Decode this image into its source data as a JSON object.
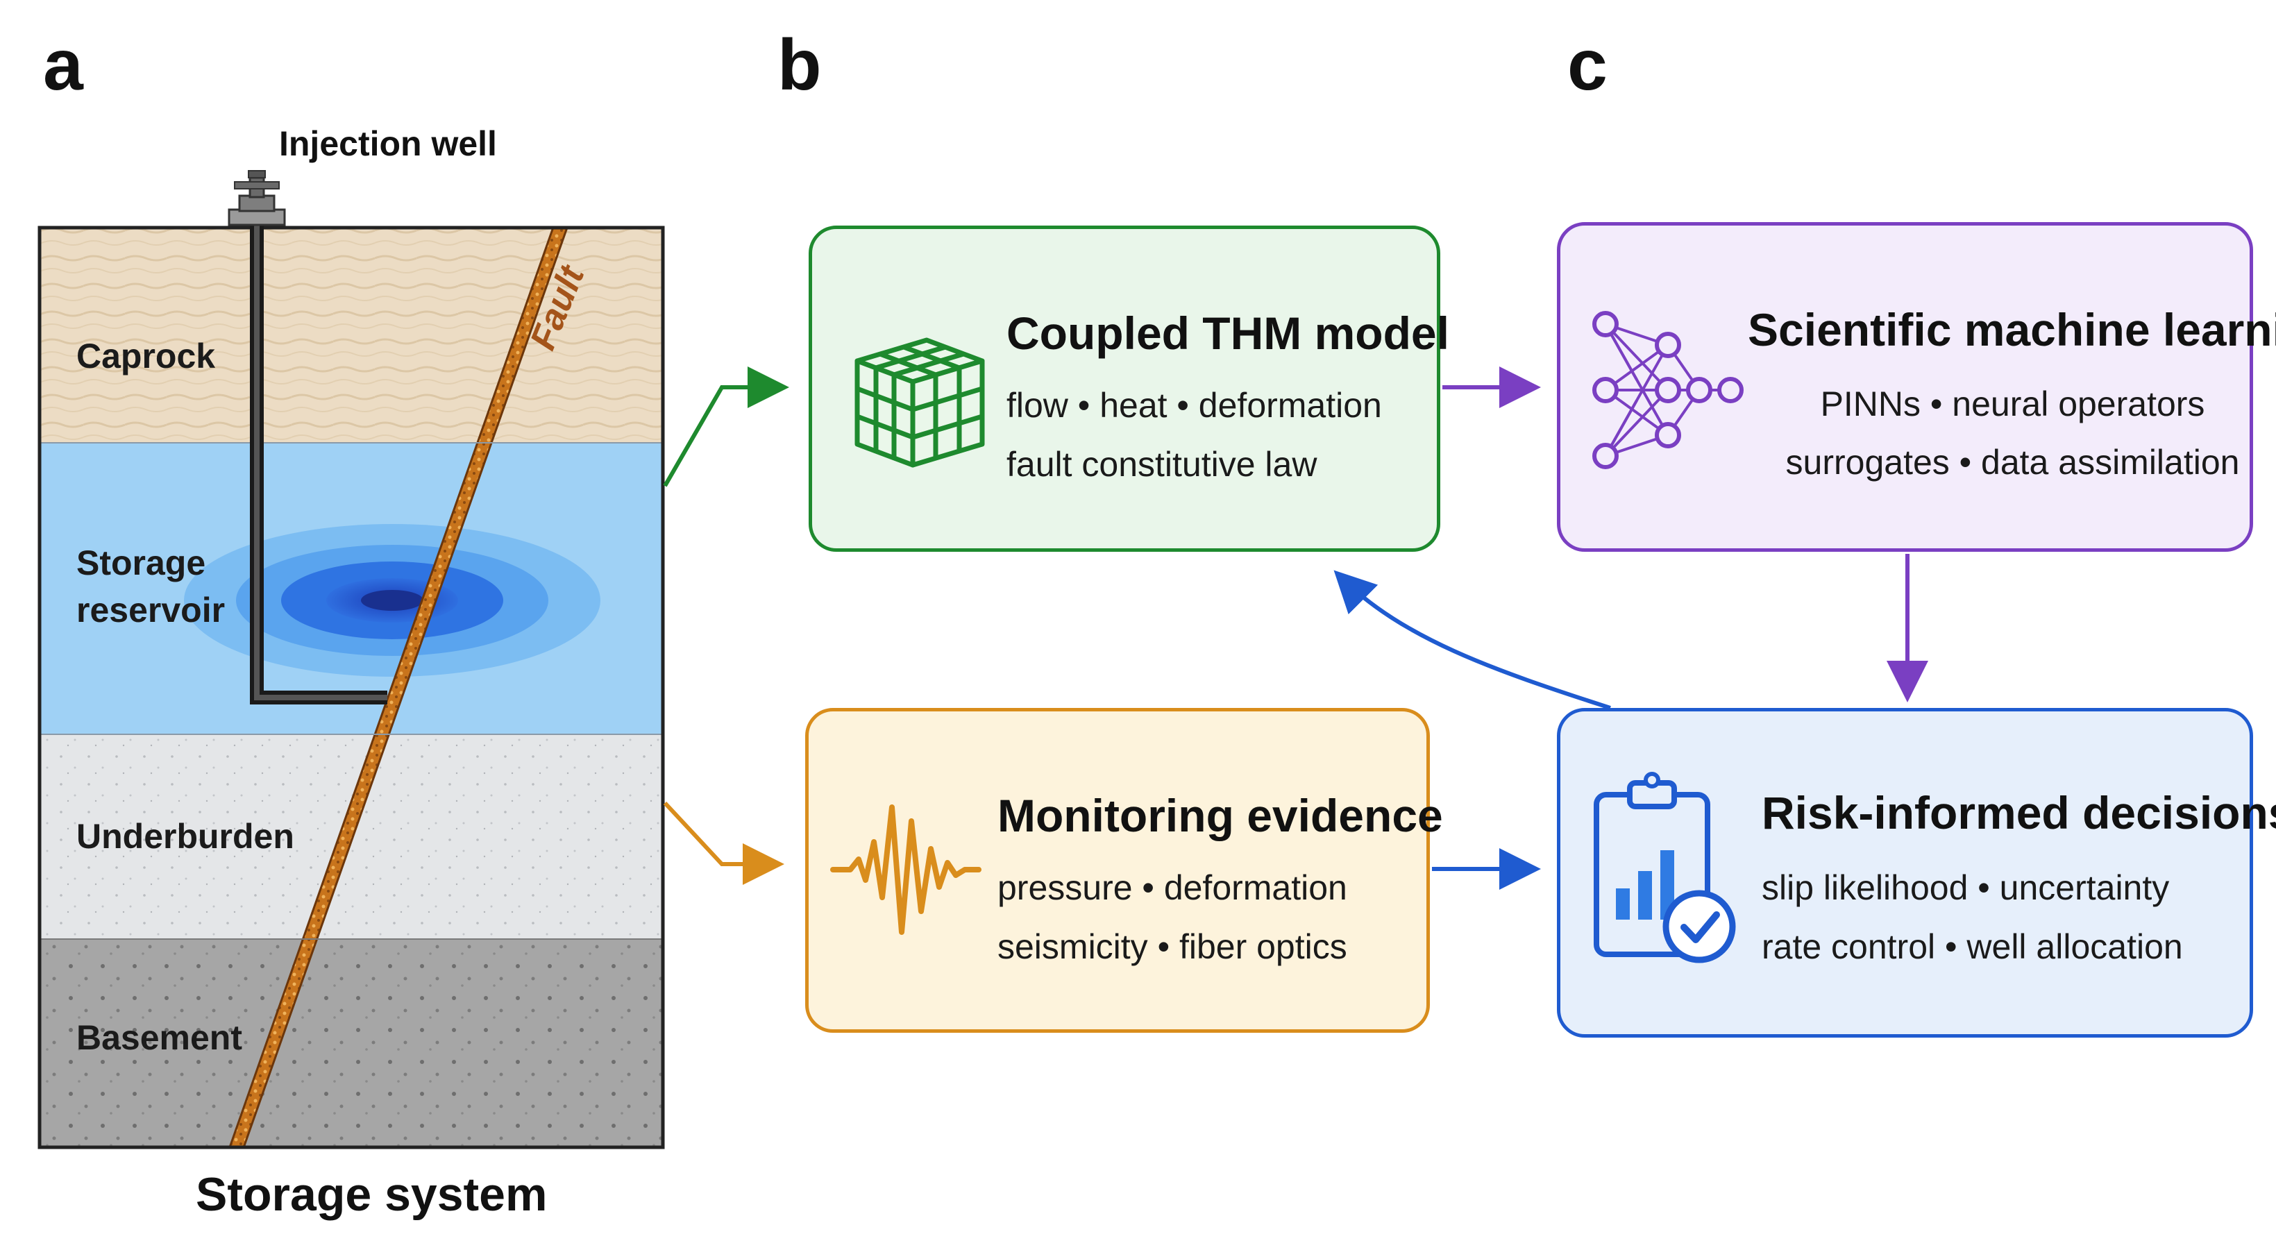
{
  "panel_letters": {
    "a": "a",
    "b": "b",
    "c": "c"
  },
  "storage": {
    "well_label": "Injection well",
    "fault_label": "Fault",
    "caption": "Storage system",
    "layers": {
      "caprock": "Caprock",
      "reservoir_line1": "Storage",
      "reservoir_line2": "reservoir",
      "underburden": "Underburden",
      "basement": "Basement"
    }
  },
  "boxes": {
    "thm": {
      "title": "Coupled THM model",
      "line1": "flow • heat • deformation",
      "line2": "fault constitutive law",
      "icon": "cube-grid-icon"
    },
    "monitoring": {
      "title": "Monitoring evidence",
      "line1": "pressure • deformation",
      "line2": "seismicity • fiber optics",
      "icon": "waveform-icon"
    },
    "sciml": {
      "title": "Scientific machine learning",
      "line1": "PINNs • neural operators",
      "line2": "surrogates • data assimilation",
      "icon": "neural-network-icon"
    },
    "risk": {
      "title": "Risk-informed decisions",
      "line1": "slip likelihood • uncertainty",
      "line2": "rate control • well allocation",
      "icon": "clipboard-chart-icon"
    }
  },
  "colors": {
    "green": "#1e8a2e",
    "purple": "#7a3fc2",
    "orange": "#d98d1c",
    "blue": "#1f5bd0",
    "caprock": "#ecdcc4",
    "reservoir": "#9fd1f5",
    "underburden": "#e4e6e8",
    "basement": "#a6a6a6"
  }
}
